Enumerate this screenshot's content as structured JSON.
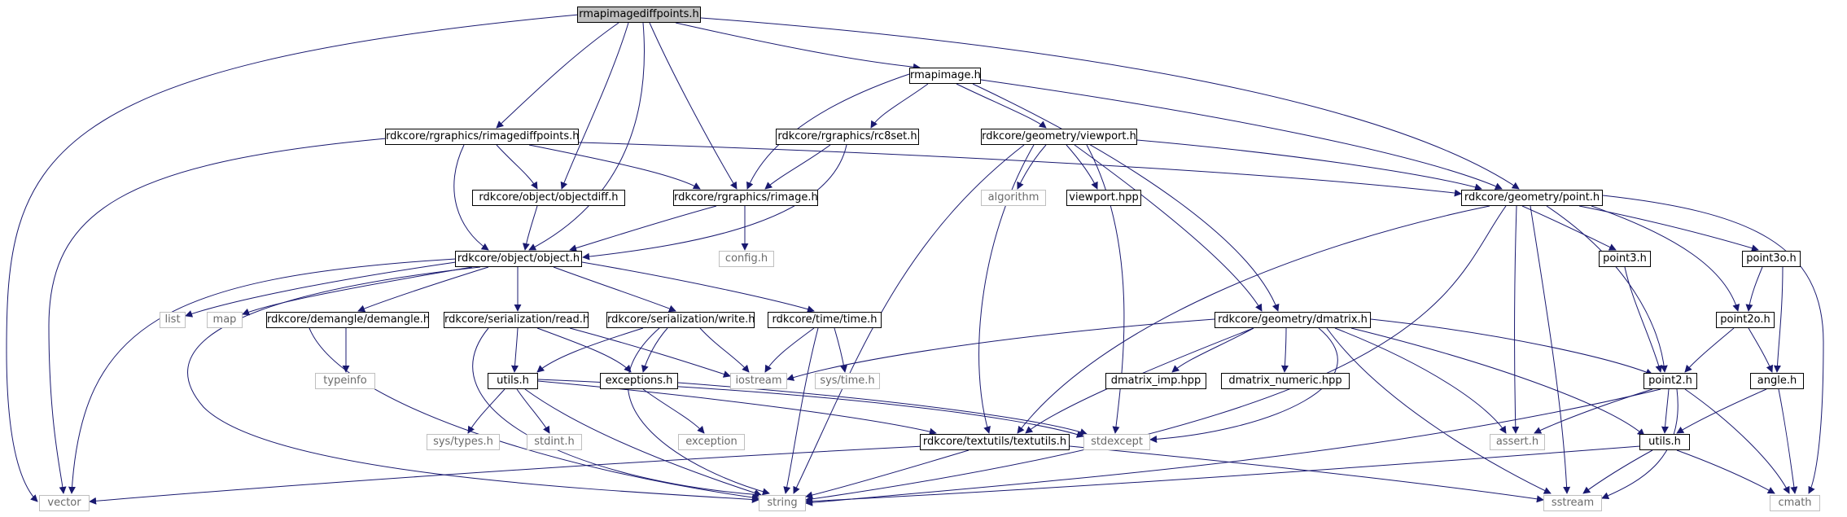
{
  "graph": {
    "edge_color": "#191970",
    "node_border_color": "#000000",
    "external_border_color": "#bfbfbf",
    "root_fill_color": "#bfbfbf",
    "nodes": {
      "rmapimagediffpoints_h": "rmapimagediffpoints.h",
      "rmapimage_h": "rmapimage.h",
      "rimagediffpoints_h": "rdkcore/rgraphics/rimagediffpoints.h",
      "rc8set_h": "rdkcore/rgraphics/rc8set.h",
      "viewport_h": "rdkcore/geometry/viewport.h",
      "objectdiff_h": "rdkcore/object/objectdiff.h",
      "rimage_h": "rdkcore/rgraphics/rimage.h",
      "point_h": "rdkcore/geometry/point.h",
      "algorithm": "algorithm",
      "viewport_hpp": "viewport.hpp",
      "config_h": "config.h",
      "object_h": "rdkcore/object/object.h",
      "point3_h": "point3.h",
      "point3o_h": "point3o.h",
      "point2o_h": "point2o.h",
      "list": "list",
      "map": "map",
      "demangle_h": "rdkcore/demangle/demangle.h",
      "read_h": "rdkcore/serialization/read.h",
      "write_h": "rdkcore/serialization/write.h",
      "time_h": "rdkcore/time/time.h",
      "dmatrix_h": "rdkcore/geometry/dmatrix.h",
      "typeinfo": "typeinfo",
      "utils_h_ser": "utils.h",
      "exceptions_h": "exceptions.h",
      "iostream": "iostream",
      "sys_time_h": "sys/time.h",
      "dmatrix_imp_hpp": "dmatrix_imp.hpp",
      "dmatrix_numeric_hpp": "dmatrix_numeric.hpp",
      "point2_h": "point2.h",
      "angle_h": "angle.h",
      "sys_types_h": "sys/types.h",
      "stdint_h": "stdint.h",
      "exception": "exception",
      "textutils_h": "rdkcore/textutils/textutils.h",
      "stdexcept": "stdexcept",
      "assert_h": "assert.h",
      "utils_h_geo": "utils.h",
      "vector": "vector",
      "string": "string",
      "sstream": "sstream",
      "cmath": "cmath"
    }
  }
}
